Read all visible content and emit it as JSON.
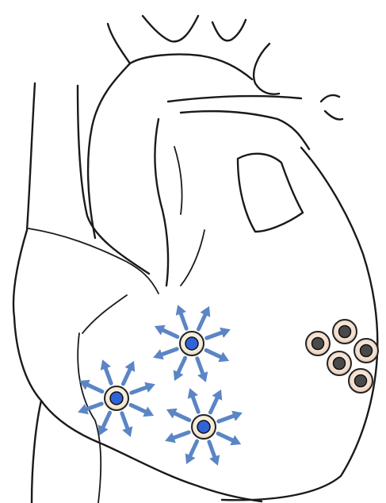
{
  "diagram": {
    "colors": {
      "outline": "#1a1a1a",
      "arrow": "#5b85c4",
      "signaling_cell_outer": "#f3e9d6",
      "signaling_cell_nucleus": "#2f63d8",
      "resting_cell_outer": "#f1dccb",
      "resting_cell_nucleus": "#4a4a4a"
    },
    "signaling_cells": {
      "count": 3,
      "icon": "cell-with-blue-nucleus",
      "arrows_per_cell": 8
    },
    "resting_cells": {
      "count": 5,
      "icon": "cell-with-dark-nucleus"
    }
  }
}
